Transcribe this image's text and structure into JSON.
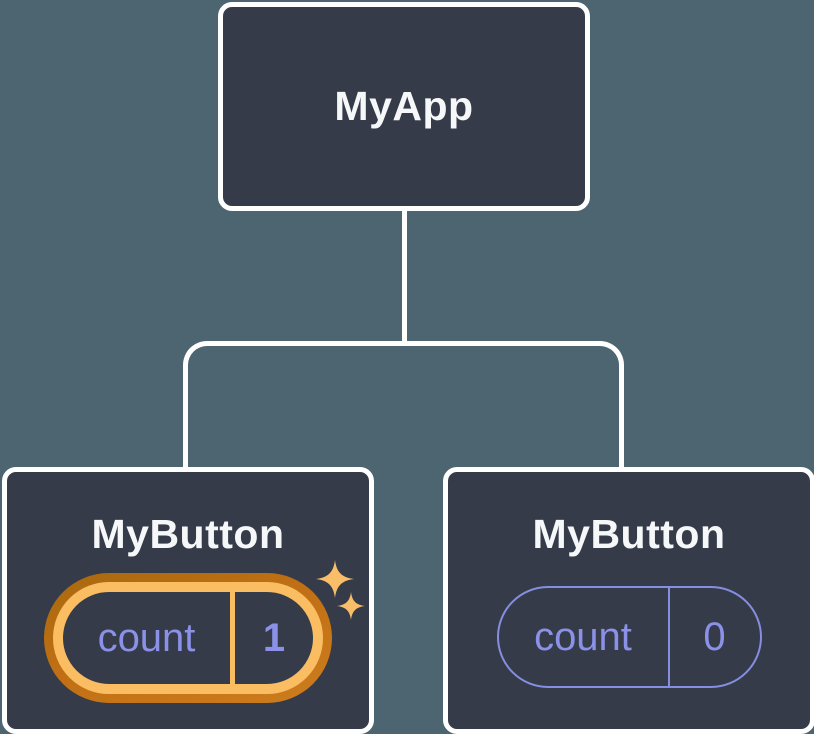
{
  "colors": {
    "bg": "#4c6570",
    "node": "#353b49",
    "line": "#ffffff",
    "text": "#f6f7f9",
    "purple": "#8a91e6",
    "purple-border": "#858ee0",
    "gold": "#fabd62",
    "gold-dark": "#bc6e13",
    "sparkle": "#f9be67"
  },
  "diagram": {
    "root": {
      "label": "MyApp"
    },
    "children": [
      {
        "label": "MyButton",
        "state_name": "count",
        "state_value": "1",
        "highlighted": true
      },
      {
        "label": "MyButton",
        "state_name": "count",
        "state_value": "0",
        "highlighted": false
      }
    ]
  }
}
